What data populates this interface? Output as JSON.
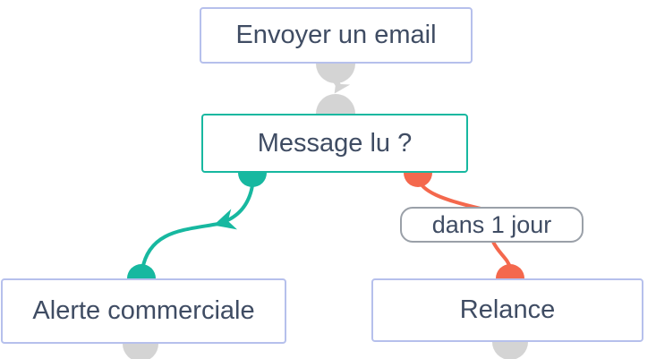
{
  "diagram": {
    "type": "workflow",
    "nodes": [
      {
        "id": "send-email",
        "label": "Envoyer un email",
        "kind": "action"
      },
      {
        "id": "message-read",
        "label": "Message lu ?",
        "kind": "decision"
      },
      {
        "id": "commercial-alert",
        "label": "Alerte commerciale",
        "kind": "action"
      },
      {
        "id": "followup",
        "label": "Relance",
        "kind": "action"
      }
    ],
    "edges": [
      {
        "from": "send-email",
        "to": "message-read",
        "label": "",
        "color": "gray"
      },
      {
        "from": "message-read",
        "to": "commercial-alert",
        "label": "",
        "color": "teal"
      },
      {
        "from": "message-read",
        "to": "followup",
        "label": "dans 1 jour",
        "color": "orange"
      }
    ]
  },
  "icons": [
    {
      "name": "port-dot",
      "meaning": "connection port circle"
    },
    {
      "name": "arrowhead",
      "meaning": "edge direction arrow"
    }
  ],
  "colors": {
    "teal": "#17b8a0",
    "orange": "#f4684d",
    "gray": "#d4d4d4",
    "node_border": "#b6c0ec",
    "decision_border": "#17b8a0",
    "label_border": "#9aa0a8",
    "text": "#3f4c63",
    "node_bg": "#ffffff"
  }
}
